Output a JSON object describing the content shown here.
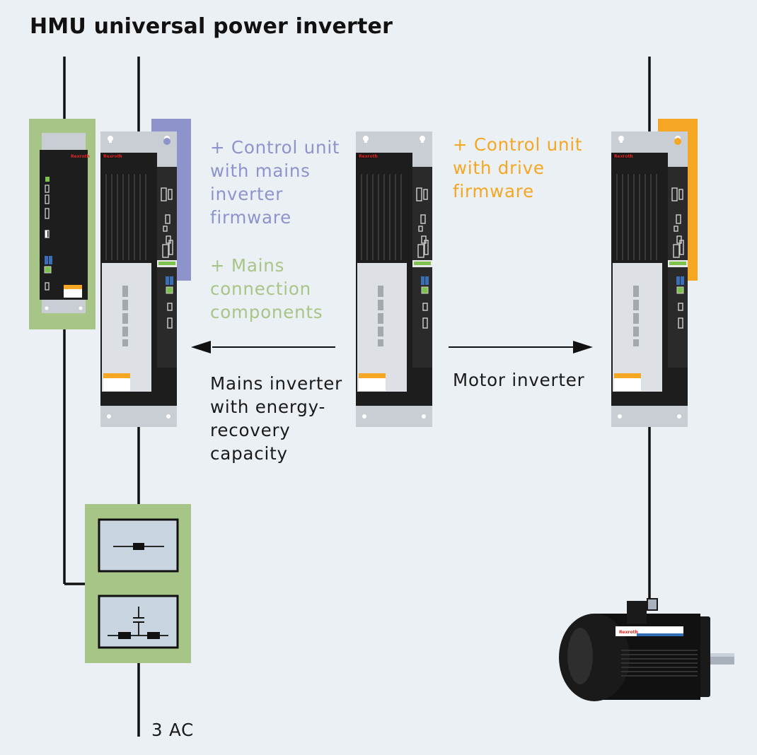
{
  "title": "HMU universal power inverter",
  "labels": {
    "control_unit_mains": "+ Control unit\nwith mains\ninverter\nfirmware",
    "mains_connection": "+ Mains\nconnection\ncomponents",
    "control_unit_drive": "+ Control unit\nwith drive\nfirmware",
    "mains_inverter": "Mains inverter\nwith energy-\nrecovery\ncapacity",
    "motor_inverter": "Motor inverter",
    "supply": "3 AC"
  },
  "device_brand": "Rexroth",
  "colors": {
    "background": "#ebf0f4",
    "purple_accent": "#8f93cc",
    "green_accent": "#a8c588",
    "orange_accent": "#f5a623",
    "line": "#111111"
  },
  "icons": {
    "left_arrow": "arrow-left-icon",
    "right_arrow": "arrow-right-icon",
    "filter": "filter-component-icon",
    "choke": "choke-component-icon",
    "motor": "servo-motor-icon"
  }
}
